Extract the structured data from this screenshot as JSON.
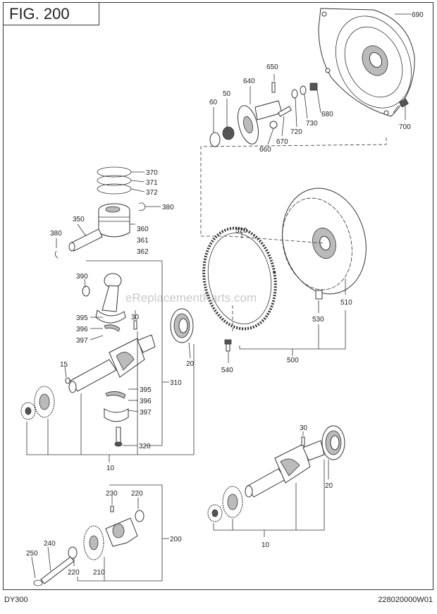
{
  "header": {
    "figure_label": "FIG. 200"
  },
  "footer": {
    "model": "DY300",
    "code": "228020000W01"
  },
  "watermark": "eReplacementParts.com",
  "callouts": {
    "c690": "690",
    "c650": "650",
    "c640": "640",
    "c50": "50",
    "c60": "60",
    "c680": "680",
    "c730": "730",
    "c720": "720",
    "c670": "670",
    "c660": "660",
    "c700": "700",
    "c370": "370",
    "c371": "371",
    "c372": "372",
    "c380a": "380",
    "c380b": "380",
    "c350": "350",
    "c360": "360",
    "c361": "361",
    "c362": "362",
    "c390": "390",
    "c30a": "30",
    "c395a": "395",
    "c396a": "396",
    "c397a": "397",
    "c15": "15",
    "c20a": "20",
    "c310": "310",
    "c395b": "395",
    "c396b": "396",
    "c397b": "397",
    "c320": "320",
    "c10a": "10",
    "c520": "520",
    "c510": "510",
    "c530": "530",
    "c500": "500",
    "c540": "540",
    "c30b": "30",
    "c20b": "20",
    "c10b": "10",
    "c230": "230",
    "c220a": "220",
    "c200": "200",
    "c240": "240",
    "c250": "250",
    "c220b": "220",
    "c210": "210"
  },
  "icons": [
    "engine-cover",
    "flywheel",
    "ring-gear",
    "piston",
    "connecting-rod",
    "crankshaft",
    "bearing",
    "gear",
    "balancer-shaft"
  ]
}
